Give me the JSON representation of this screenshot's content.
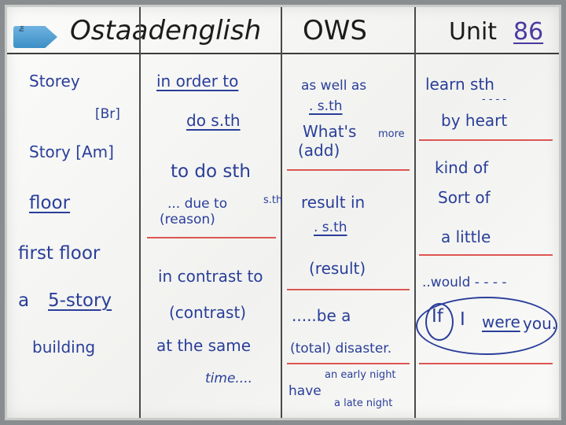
{
  "header": {
    "title": "Ostaadenglish",
    "ows": "OWS",
    "unit_label": "Unit",
    "unit_number": "86",
    "tag_text": "hello"
  },
  "columns": {
    "col1": {
      "storey": "Storey",
      "br": "[Br]",
      "story": "Story [Am]",
      "floor": "floor",
      "first_floor": "first floor",
      "a": "a",
      "five_story": "5-story",
      "building": "building"
    },
    "col2": {
      "in_order_to": "in order to",
      "do_sth": "do s.th",
      "to_do_sth": "to do sth",
      "due_to": "... due to",
      "sth_small": "s.th",
      "reason": "(reason)",
      "in_contrast": "in contrast to",
      "contrast": "(contrast)",
      "at_the_same": "at the same",
      "time": "time...."
    },
    "col3": {
      "as_well_as": "as well as",
      "sth1": ". s.th",
      "whats": "What's",
      "more": "more",
      "add": "(add)",
      "result_in": "result in",
      "sth2": ". s.th",
      "result": "(result)",
      "be_a": ".....be a",
      "total_disaster": "(total) disaster.",
      "have": "have",
      "early_night": "an early night",
      "late_night": "a late night"
    },
    "col4": {
      "learn_sth": "learn sth",
      "dashes": "- - - -",
      "by_heart": "by heart",
      "kind_of": "kind of",
      "sort_of": "Sort of",
      "a_little": "a little",
      "would": "..would - - - -",
      "if": "If",
      "i": "I",
      "were": "were",
      "you": "you."
    }
  },
  "colors": {
    "marker_blue": "#2a3e9a",
    "marker_black": "#1c1c1c",
    "marker_red": "#d83a36",
    "tag_blue": "#3b8fc6"
  }
}
